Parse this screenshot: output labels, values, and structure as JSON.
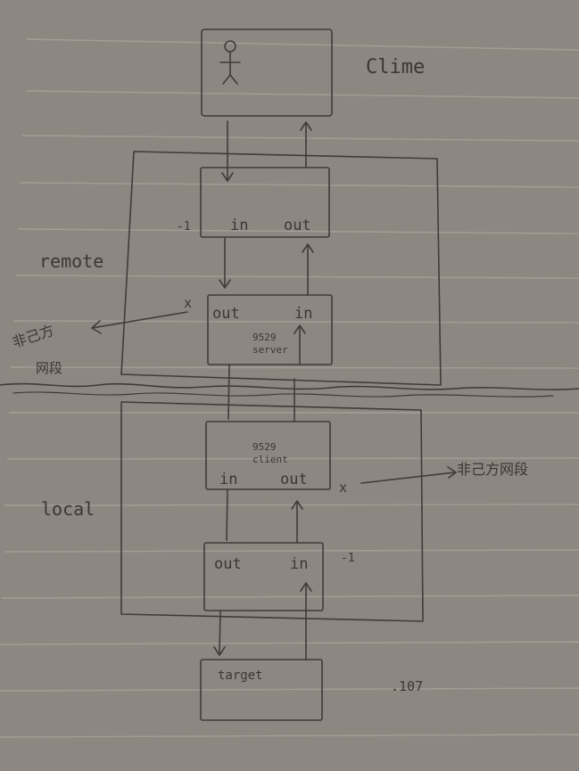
{
  "labels": {
    "client": "Clime",
    "remote": "remote",
    "local": "local",
    "remote_top_in": "in",
    "remote_top_out": "out",
    "remote_bottom_out": "out",
    "remote_bottom_in": "in",
    "remote_bottom_sub": "9529",
    "remote_bottom_sub2": "server",
    "local_top_sub": "9529",
    "local_top_sub2": "client",
    "local_top_in": "in",
    "local_top_out": "out",
    "local_bottom_out": "out",
    "local_bottom_in": "in",
    "target": "target",
    "mark_minus1_top": "-1",
    "mark_x_remote": "x",
    "mark_x_local": "x",
    "mark_minus1_local": "-1",
    "ip_note": ".107",
    "left_note_line1": "非己方",
    "left_note_line2": "网段",
    "right_note": "非己方网段"
  },
  "colors": {
    "paper": "#8d8781",
    "ink": "#3f3c39",
    "rule": "#b3ada6",
    "margin": "#9a948d"
  }
}
